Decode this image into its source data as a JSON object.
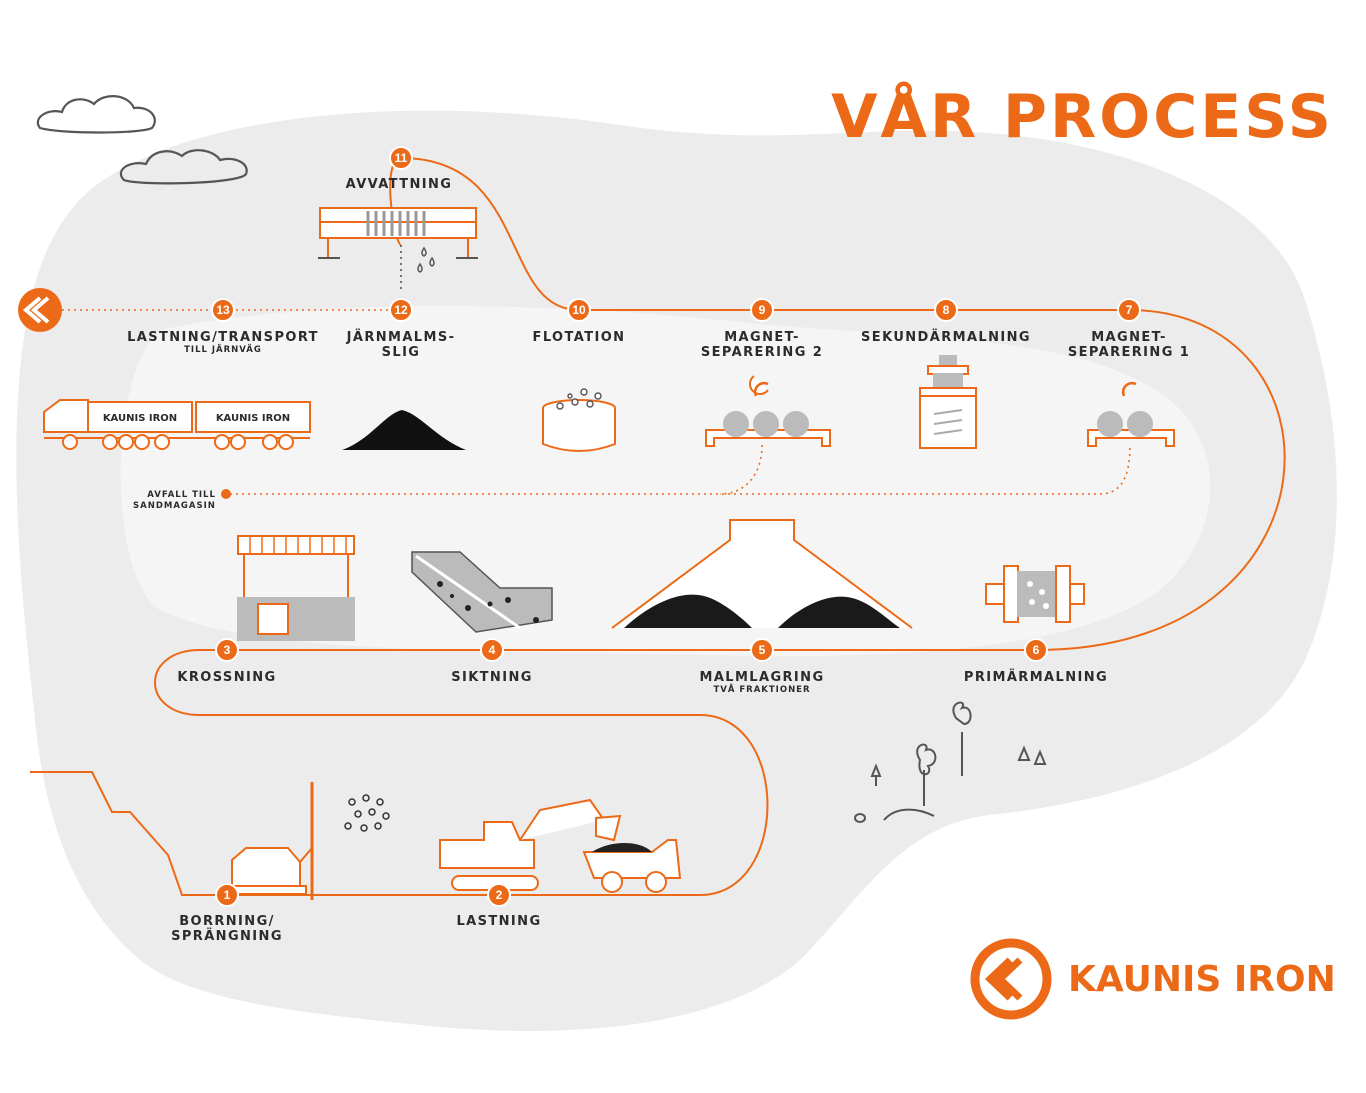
{
  "title": "VÅR PROCESS",
  "brand": {
    "name": "KAUNIS IRON",
    "color": "#ec6a17"
  },
  "truck_labels": [
    "KAUNIS IRON",
    "KAUNIS IRON"
  ],
  "waste_label": {
    "line1": "AVFALL TILL",
    "line2": "SANDMAGASIN"
  },
  "steps": [
    {
      "number": "1",
      "label": "BORRNING/",
      "label2": "SPRÄNGNING"
    },
    {
      "number": "2",
      "label": "LASTNING"
    },
    {
      "number": "3",
      "label": "KROSSNING"
    },
    {
      "number": "4",
      "label": "SIKTNING"
    },
    {
      "number": "5",
      "label": "MALMLAGRING",
      "sub": "TVÅ FRAKTIONER"
    },
    {
      "number": "6",
      "label": "PRIMÄRMALNING"
    },
    {
      "number": "7",
      "label": "MAGNET-",
      "label2": "SEPARERING 1"
    },
    {
      "number": "8",
      "label": "SEKUNDÄRMALNING"
    },
    {
      "number": "9",
      "label": "MAGNET-",
      "label2": "SEPARERING 2"
    },
    {
      "number": "10",
      "label": "FLOTATION"
    },
    {
      "number": "11",
      "label": "AVVATTNING"
    },
    {
      "number": "12",
      "label": "JÄRNMALMS-",
      "label2": "SLIG"
    },
    {
      "number": "13",
      "label": "LASTNING/TRANSPORT",
      "sub": "TILL JÄRNVÄG"
    }
  ],
  "colors": {
    "accent": "#ec6a17",
    "ink": "#2b2b2b",
    "blob": "#ececec"
  }
}
